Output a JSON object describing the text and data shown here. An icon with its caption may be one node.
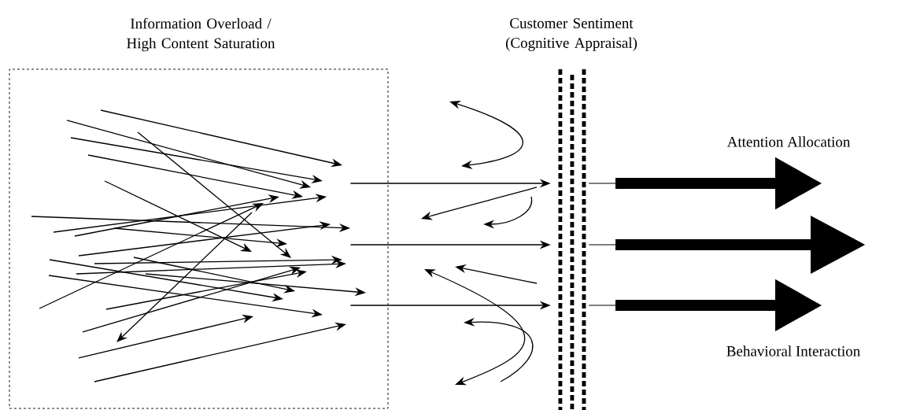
{
  "diagram": {
    "nodes": [
      {
        "text": [
          "Information Overload / High Content Saturation"
        ]
      },
      {
        "text": [
          "Customer Sentiment (Cognitive Appraisal)"
        ]
      }
    ],
    "edges": [
      {
        "from": 0,
        "to": 1,
        "arrow": "to"
      },
      {
        "from": 0,
        "to": 1,
        "arrow": "to"
      },
      {
        "from": 0,
        "to": 1,
        "arrow": "to"
      },
      {
        "from": 1,
        "to": null,
        "arrow": "to",
        "style": "thick",
        "label": "Attention Allocation"
      },
      {
        "from": 1,
        "to": null,
        "arrow": "to",
        "style": "thick"
      },
      {
        "from": 1,
        "to": null,
        "arrow": "to",
        "style": "thick",
        "label": "Behavioral Interaction"
      }
    ]
  }
}
